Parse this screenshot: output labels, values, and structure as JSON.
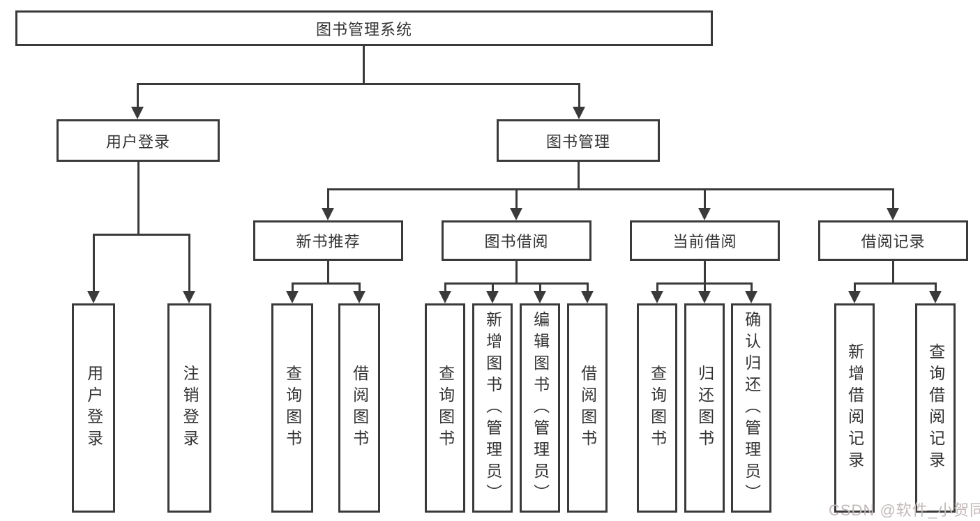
{
  "tree": {
    "label": "图书管理系统",
    "children": [
      {
        "label": "用户登录",
        "children": [
          {
            "label": "用户登录"
          },
          {
            "label": "注销登录"
          }
        ]
      },
      {
        "label": "图书管理",
        "children": [
          {
            "label": "新书推荐",
            "children": [
              {
                "label": "查询图书"
              },
              {
                "label": "借阅图书"
              }
            ]
          },
          {
            "label": "图书借阅",
            "children": [
              {
                "label": "查询图书"
              },
              {
                "label": "新增图书（管理员）"
              },
              {
                "label": "编辑图书（管理员）"
              },
              {
                "label": "借阅图书"
              }
            ]
          },
          {
            "label": "当前借阅",
            "children": [
              {
                "label": "查询图书"
              },
              {
                "label": "归还图书"
              },
              {
                "label": "确认归还（管理员）"
              }
            ]
          },
          {
            "label": "借阅记录",
            "children": [
              {
                "label": "新增借阅记录"
              },
              {
                "label": "查询借阅记录"
              }
            ]
          }
        ]
      }
    ]
  },
  "watermark": {
    "text": "CSDN @软件_小贺同学",
    "color": "#c3b9b9"
  },
  "colors": {
    "line": "#3a3a3a",
    "text": "#333333",
    "background": "#ffffff"
  }
}
